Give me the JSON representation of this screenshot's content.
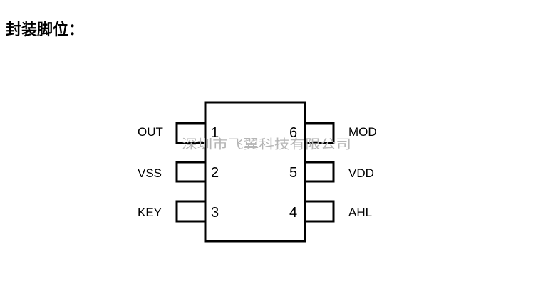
{
  "title": "封装脚位：",
  "watermark": "深圳市飞翼科技有限公司",
  "pins": [
    {
      "number": "1",
      "name": "OUT"
    },
    {
      "number": "2",
      "name": "VSS"
    },
    {
      "number": "3",
      "name": "KEY"
    },
    {
      "number": "4",
      "name": "AHL"
    },
    {
      "number": "5",
      "name": "VDD"
    },
    {
      "number": "6",
      "name": "MOD"
    }
  ]
}
